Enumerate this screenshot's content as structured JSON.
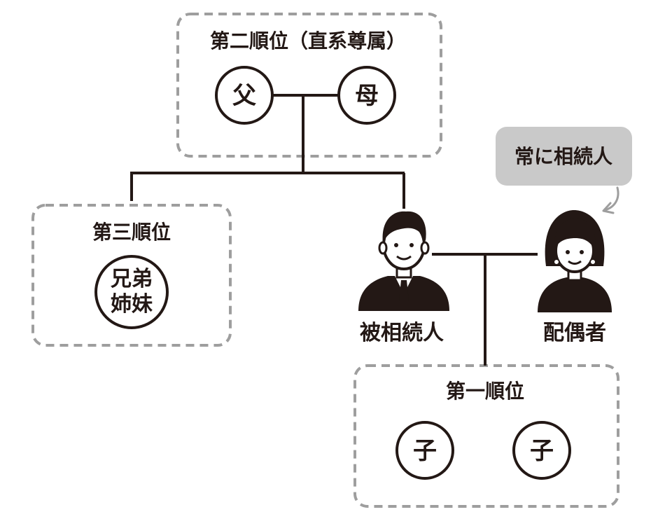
{
  "groups": {
    "second": {
      "title": "第二順位（直系尊属）"
    },
    "third": {
      "title": "第三順位"
    },
    "first": {
      "title": "第一順位"
    }
  },
  "nodes": {
    "father": "父",
    "mother": "母",
    "siblings_line1": "兄弟",
    "siblings_line2": "姉妹",
    "child_1": "子",
    "child_2": "子"
  },
  "people": {
    "decedent": "被相続人",
    "spouse": "配偶者"
  },
  "callout": {
    "text": "常に相続人"
  },
  "colors": {
    "ink": "#231815",
    "dash_border": "#9e9e9e",
    "bubble_fill": "#c9c9c9",
    "background": "#ffffff"
  },
  "icons": {
    "decedent": "man-avatar-icon",
    "spouse": "woman-avatar-icon",
    "callout_pointer": "curved-arrow-icon"
  }
}
